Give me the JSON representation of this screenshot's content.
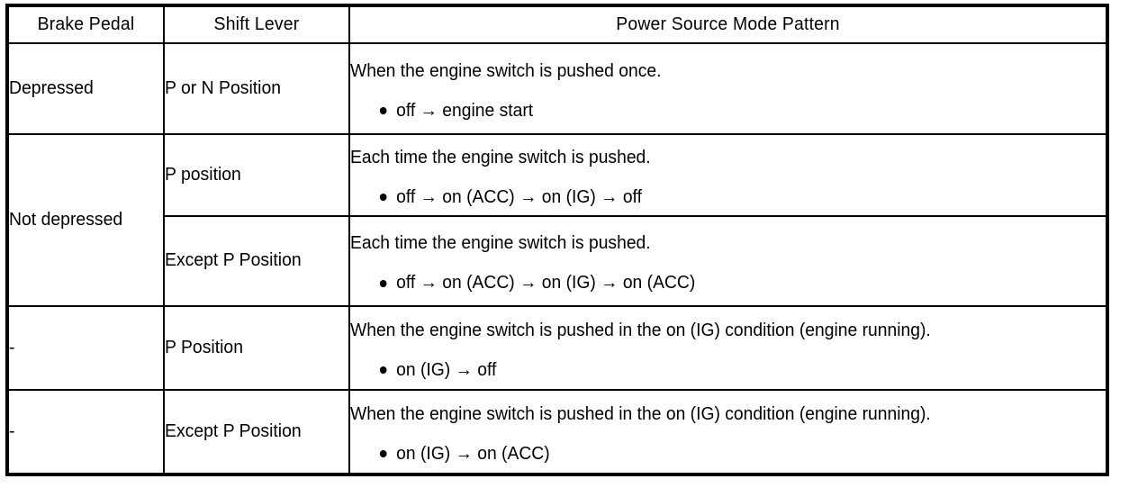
{
  "table": {
    "columns": [
      {
        "key": "brake_pedal",
        "label": "Brake Pedal"
      },
      {
        "key": "shift_lever",
        "label": "Shift Lever"
      },
      {
        "key": "power_source_mode_pattern",
        "label": "Power Source Mode Pattern"
      }
    ],
    "rows": [
      {
        "id": "row-depressed-p-or-n",
        "brake_pedal": "Depressed",
        "shift_lever": "P or N Position",
        "headline": "When the engine switch is pushed once.",
        "bullets": [
          "off → engine start"
        ]
      },
      {
        "id": "row-not-depressed-p-position",
        "brake_pedal": "Not depressed",
        "shift_lever": "P position",
        "headline": "Each time the engine switch is pushed.",
        "bullets": [
          "off → on (ACC) → on (IG) → off"
        ]
      },
      {
        "id": "row-not-depressed-except-p-position",
        "brake_pedal": "",
        "shift_lever": "Except P Position",
        "headline": "Each time the engine switch is pushed.",
        "bullets": [
          "off → on (ACC) → on (IG) → on (ACC)"
        ]
      },
      {
        "id": "row-dash-p-position",
        "brake_pedal": "-",
        "shift_lever": "P Position",
        "headline": "When the engine switch is pushed in the on (IG) condition (engine running).",
        "bullets": [
          "on (IG) → off"
        ]
      },
      {
        "id": "row-dash-except-p-position",
        "brake_pedal": "-",
        "shift_lever": "Except P Position",
        "headline": "When the engine switch is pushed in the on (IG) condition (engine running).",
        "bullets": [
          "on (IG) → on (ACC)"
        ]
      }
    ]
  },
  "colors": {
    "border": "#000000",
    "text": "#000000",
    "background": "#ffffff"
  }
}
